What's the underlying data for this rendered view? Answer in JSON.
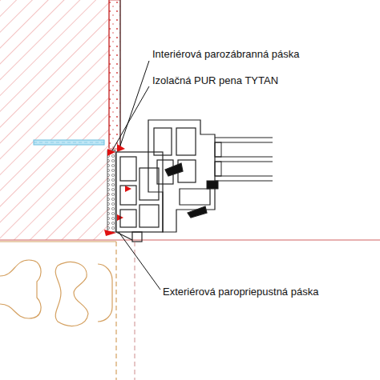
{
  "diagram": {
    "labels": [
      "Interiérová parozábranná páska",
      "Izolačná PUR pena TYTAN",
      "Exteriérová paropriepustná páska"
    ]
  }
}
